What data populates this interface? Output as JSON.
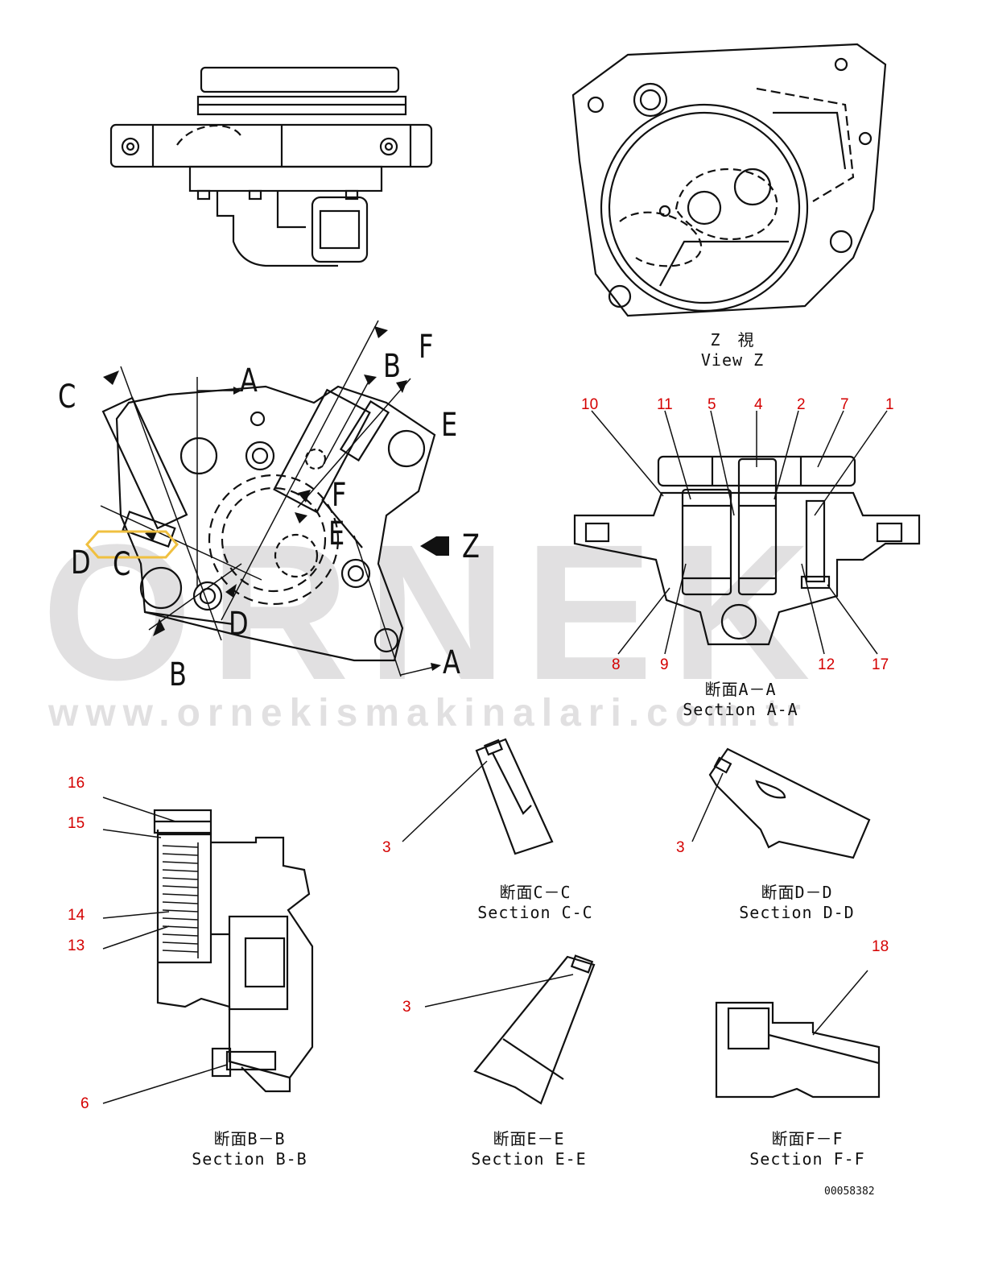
{
  "watermark": {
    "brand": "ORNEK",
    "url": "www.ornekismakinalari.com.tr"
  },
  "views": {
    "view_z": {
      "caption_jp": "Z　視",
      "caption_en": "View Z"
    },
    "section_aa": {
      "caption_jp": "断面A－A",
      "caption_en": "Section A-A"
    },
    "section_bb": {
      "caption_jp": "断面B－B",
      "caption_en": "Section B-B"
    },
    "section_cc": {
      "caption_jp": "断面C－C",
      "caption_en": "Section C-C"
    },
    "section_dd": {
      "caption_jp": "断面D－D",
      "caption_en": "Section D-D"
    },
    "section_ee": {
      "caption_jp": "断面E－E",
      "caption_en": "Section E-E"
    },
    "section_ff": {
      "caption_jp": "断面F－F",
      "caption_en": "Section F-F"
    }
  },
  "section_markers": [
    "A",
    "A",
    "B",
    "B",
    "C",
    "C",
    "D",
    "D",
    "E",
    "E",
    "F",
    "F",
    "Z"
  ],
  "part_numbers": {
    "aa": [
      "10",
      "11",
      "5",
      "4",
      "2",
      "7",
      "1",
      "8",
      "9",
      "12",
      "17"
    ],
    "bb": [
      "16",
      "15",
      "14",
      "13",
      "6"
    ],
    "cc": "3",
    "dd": "3",
    "ee": "3",
    "ff": "18"
  },
  "drawing_code": "00058382",
  "colors": {
    "part_number": "#d40000",
    "line": "#111111",
    "watermark": "#787378",
    "arrow_accent": "#f0c040"
  }
}
